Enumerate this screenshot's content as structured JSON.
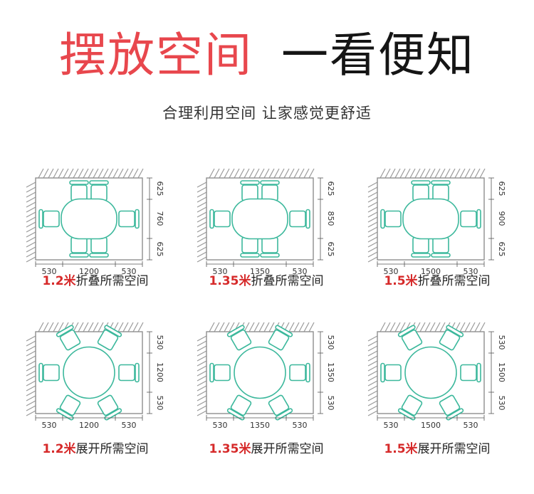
{
  "header": {
    "title_red": "摆放空间",
    "title_black": "一看便知",
    "subtitle": "合理利用空间 让家感觉更舒适"
  },
  "colors": {
    "accent": "#e8474d",
    "caption_size": "#d62a2a",
    "chair": "#3cb89c",
    "wall": "#999999"
  },
  "layouts": [
    {
      "id": "folded-1-2",
      "mode": "folded",
      "size": "1.2米",
      "label": "折叠所需空间",
      "bottom_dims": [
        "530",
        "1200",
        "530"
      ],
      "side_dims": [
        "625",
        "760",
        "625"
      ]
    },
    {
      "id": "folded-1-35",
      "mode": "folded",
      "size": "1.35米",
      "label": "折叠所需空间",
      "bottom_dims": [
        "530",
        "1350",
        "530"
      ],
      "side_dims": [
        "625",
        "850",
        "625"
      ]
    },
    {
      "id": "folded-1-5",
      "mode": "folded",
      "size": "1.5米",
      "label": "折叠所需空间",
      "bottom_dims": [
        "530",
        "1500",
        "530"
      ],
      "side_dims": [
        "625",
        "900",
        "625"
      ]
    },
    {
      "id": "unfolded-1-2",
      "mode": "unfolded",
      "size": "1.2米",
      "label": "展开所需空间",
      "bottom_dims": [
        "530",
        "1200",
        "530"
      ],
      "side_dims": [
        "530",
        "1200",
        "530"
      ]
    },
    {
      "id": "unfolded-1-35",
      "mode": "unfolded",
      "size": "1.35米",
      "label": "展开所需空间",
      "bottom_dims": [
        "530",
        "1350",
        "530"
      ],
      "side_dims": [
        "530",
        "1350",
        "530"
      ]
    },
    {
      "id": "unfolded-1-5",
      "mode": "unfolded",
      "size": "1.5米",
      "label": "展开所需空间",
      "bottom_dims": [
        "530",
        "1500",
        "530"
      ],
      "side_dims": [
        "530",
        "1500",
        "530"
      ]
    }
  ]
}
